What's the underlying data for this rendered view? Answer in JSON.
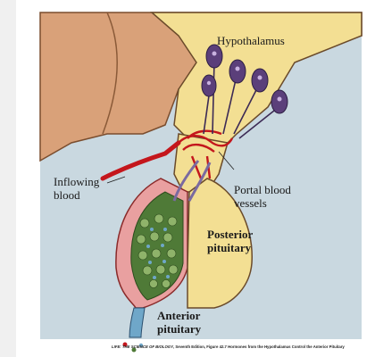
{
  "labels": {
    "hypothalamus": "Hypothalamus",
    "inflowing_blood": "Inflowing\nblood",
    "portal_blood_vessels": "Portal blood\nvessels",
    "posterior_pituitary": "Posterior\npituitary",
    "anterior_pituitary": "Anterior\npituitary"
  },
  "caption": {
    "source": "LIFE: THE SCIENCE OF BIOLOGY",
    "rest": ", Seventh Edition, Figure 42.7 Hormones from the Hypothalamus Control the Anterior Pituitary"
  },
  "colors": {
    "brain_tan": "#d9a179",
    "hypothalamus_yellow": "#f3df93",
    "background_blue": "#c9d8e0",
    "neuron_purple": "#5b3f7a",
    "blood_red": "#c4161c",
    "cells_green": "#4f7a37",
    "capillary_blue": "#6fa7c9"
  }
}
